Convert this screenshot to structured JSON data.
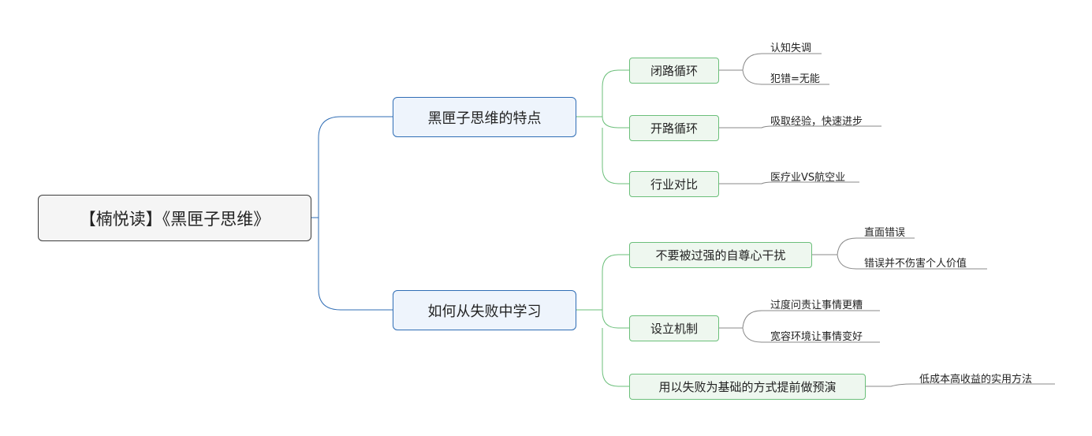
{
  "root": {
    "label": "【楠悦读】《黑匣子思维》"
  },
  "branches": [
    {
      "label": "黑匣子思维的特点",
      "children": [
        {
          "label": "闭路循环",
          "leaves": [
            "认知失调",
            "犯错=无能"
          ]
        },
        {
          "label": "开路循环",
          "leaves": [
            "吸取经验，快速进步"
          ]
        },
        {
          "label": "行业对比",
          "leaves": [
            "医疗业VS航空业"
          ]
        }
      ]
    },
    {
      "label": "如何从失败中学习",
      "children": [
        {
          "label": "不要被过强的自尊心干扰",
          "leaves": [
            "直面错误",
            "错误并不伤害个人价值"
          ]
        },
        {
          "label": "设立机制",
          "leaves": [
            "过度问责让事情更糟",
            "宽容环境让事情变好"
          ]
        },
        {
          "label": "用以失败为基础的方式提前做预演",
          "leaves": [
            "低成本高收益的实用方法"
          ]
        }
      ]
    }
  ],
  "colors": {
    "root_border": "#3c3c3c",
    "main_border": "#2f6db5",
    "main_fill": "#eef4fc",
    "sub_border": "#6bbf7a",
    "sub_fill": "#eef7ef",
    "leaf_line": "#888888"
  }
}
